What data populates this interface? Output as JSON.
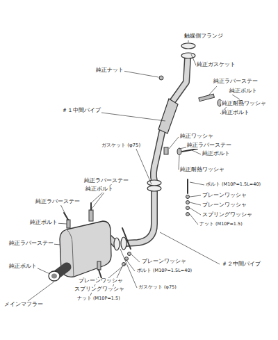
{
  "diagram": {
    "labels": [
      "触媒側フランジ",
      "純正ナット",
      "純正ガスケット",
      "純正ラバーステー",
      "純正ボルト",
      "＃１中間パイプ",
      "純正耐熱ワッシャ",
      "純正ボルト",
      "純正ワッシャ",
      "ガスケット (φ75)",
      "純正ラバーステー",
      "純正ボルト",
      "純正耐熱ワッシャ",
      "純正ラバーステー",
      "ボルト (M10P=1.5L=40)",
      "純正ボルト",
      "プレーンワッシャ",
      "純正ラバーステー",
      "プレーンワッシャ",
      "スプリングワッシャ",
      "純正ボルト",
      "ナット (M10P=1.5)",
      "純正ラバーステー",
      "＃２中間パイプ",
      "純正ボルト",
      "プレーンワッシャ",
      "ボルト (M10P=1.5L=40)",
      "プレーンワッシャ",
      "スプリングワッシャ",
      "ガスケット (φ75)",
      "メインマフラー",
      "ナット (M10P=1.5)"
    ]
  }
}
